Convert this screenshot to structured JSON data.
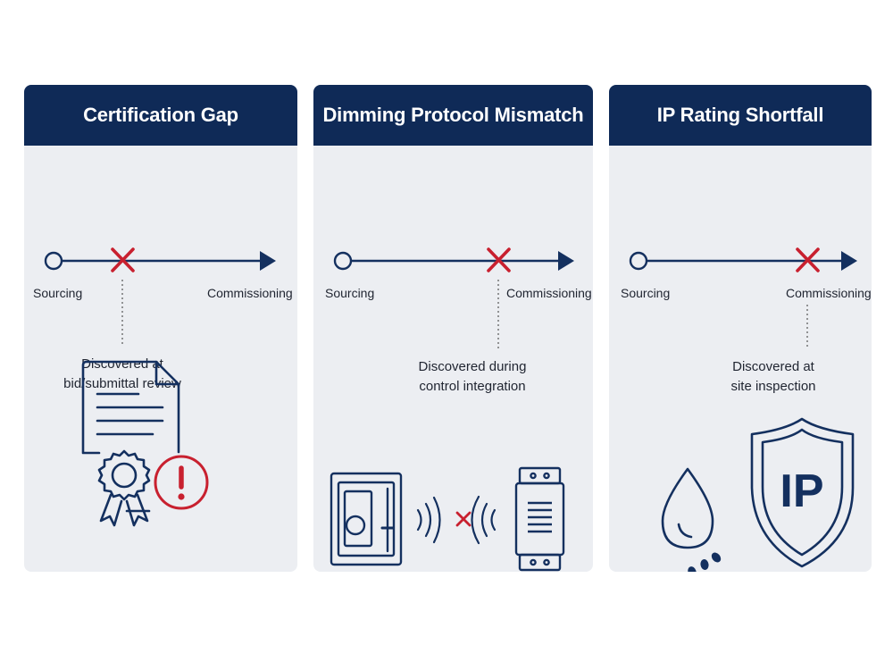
{
  "cards": [
    {
      "title": "Certification Gap",
      "stage_start": "Sourcing",
      "stage_end": "Commissioning",
      "note_line1": "Discovered at",
      "note_line2": "bid/submittal review",
      "icon": "certificate-warning-icon"
    },
    {
      "title": "Dimming Protocol Mismatch",
      "stage_start": "Sourcing",
      "stage_end": "Commissioning",
      "note_line1": "Discovered during",
      "note_line2": "control integration",
      "icon": "dimmer-driver-mismatch-icon"
    },
    {
      "title": "IP Rating Shortfall",
      "stage_start": "Sourcing",
      "stage_end": "Commissioning",
      "note_line1": "Discovered at",
      "note_line2": "site inspection",
      "icon": "ip-shield-water-icon",
      "icon_text": "IP"
    }
  ],
  "colors": {
    "header": "#0f2a57",
    "navy": "#14305f",
    "failure": "#c8202f",
    "card_bg": "#eceef2"
  }
}
